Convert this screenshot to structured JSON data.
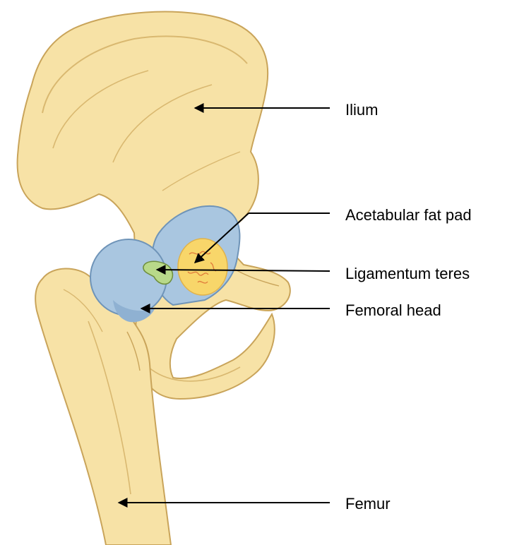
{
  "labels": {
    "ilium": "Ilium",
    "acetabular_fat_pad": "Acetabular fat pad",
    "ligamentum_teres": "Ligamentum teres",
    "femoral_head": "Femoral head",
    "femur": "Femur"
  },
  "colors": {
    "bone": "#F7E2A6",
    "bone_shade": "#EFD08A",
    "bone_outline": "#C9A45A",
    "cartilage": "#A9C6E0",
    "cartilage_dark": "#7EA3C6",
    "fat_pad": "#F8D66A",
    "fat_squiggle": "#E07A3A",
    "ligament": "#B8D98A",
    "leader_line": "#000000"
  }
}
